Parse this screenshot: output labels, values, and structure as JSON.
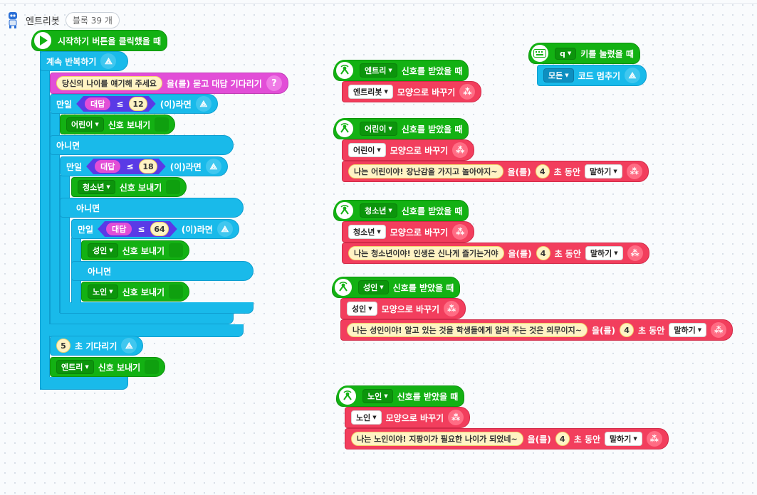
{
  "header": {
    "object_name": "엔트리봇",
    "block_count": "블록 39 개"
  },
  "main_script": {
    "start_label": "시작하기 버튼을 클릭했을 때",
    "repeat_label": "계속 반복하기",
    "ask": {
      "prompt": "당신의 나이를 얘기해 주세요",
      "suffix": "을(를) 묻고 대답 기다리기"
    },
    "if1": {
      "prefix": "만일",
      "left": "대답",
      "op": "≤",
      "value": "12",
      "suffix": "(이)라면"
    },
    "send1": {
      "signal": "어린이",
      "label": "신호 보내기"
    },
    "else": "아니면",
    "if2": {
      "prefix": "만일",
      "left": "대답",
      "op": "≤",
      "value": "18",
      "suffix": "(이)라면"
    },
    "send2": {
      "signal": "청소년",
      "label": "신호 보내기"
    },
    "if3": {
      "prefix": "만일",
      "left": "대답",
      "op": "≤",
      "value": "64",
      "suffix": "(이)라면"
    },
    "send3": {
      "signal": "성인",
      "label": "신호 보내기"
    },
    "send4": {
      "signal": "노인",
      "label": "신호 보내기"
    },
    "wait": {
      "value": "5",
      "label": "초 기다리기"
    },
    "send5": {
      "signal": "엔트리",
      "label": "신호 보내기"
    }
  },
  "key_script": {
    "key": "q",
    "label": "키를 눌렀을 때",
    "stop_target": "모든",
    "stop_label": "코드 멈추기"
  },
  "signal_scripts": [
    {
      "signal": "엔트리",
      "hat_label": "신호를 받았을 때",
      "shape": "엔트리봇",
      "shape_label": "모양으로 바꾸기"
    },
    {
      "signal": "어린이",
      "hat_label": "신호를 받았을 때",
      "shape": "어린이",
      "shape_label": "모양으로 바꾸기",
      "speech": "나는 어린이야! 장난감을 가지고 놀아야지~",
      "speech_suffix": "을(를)",
      "seconds": "4",
      "seconds_label": "초 동안",
      "mode": "말하기"
    },
    {
      "signal": "청소년",
      "hat_label": "신호를 받았을 때",
      "shape": "청소년",
      "shape_label": "모양으로 바꾸기",
      "speech": "나는 청소년이야! 인생은 신나게 즐기는거야",
      "speech_suffix": "을(를)",
      "seconds": "4",
      "seconds_label": "초 동안",
      "mode": "말하기"
    },
    {
      "signal": "성인",
      "hat_label": "신호를 받았을 때",
      "shape": "성인",
      "shape_label": "모양으로 바꾸기",
      "speech": "나는 성인이야! 알고 있는 것을 학생들에게 알려 주는 것은 의무이지~",
      "speech_suffix": "을(를)",
      "seconds": "4",
      "seconds_label": "초 동안",
      "mode": "말하기"
    },
    {
      "signal": "노인",
      "hat_label": "신호를 받았을 때",
      "shape": "노인",
      "shape_label": "모양으로 바꾸기",
      "speech": "나는 노인이야! 지팡이가 필요한 나이가 되었네~",
      "speech_suffix": "을(를)",
      "seconds": "4",
      "seconds_label": "초 동안",
      "mode": "말하기"
    }
  ]
}
